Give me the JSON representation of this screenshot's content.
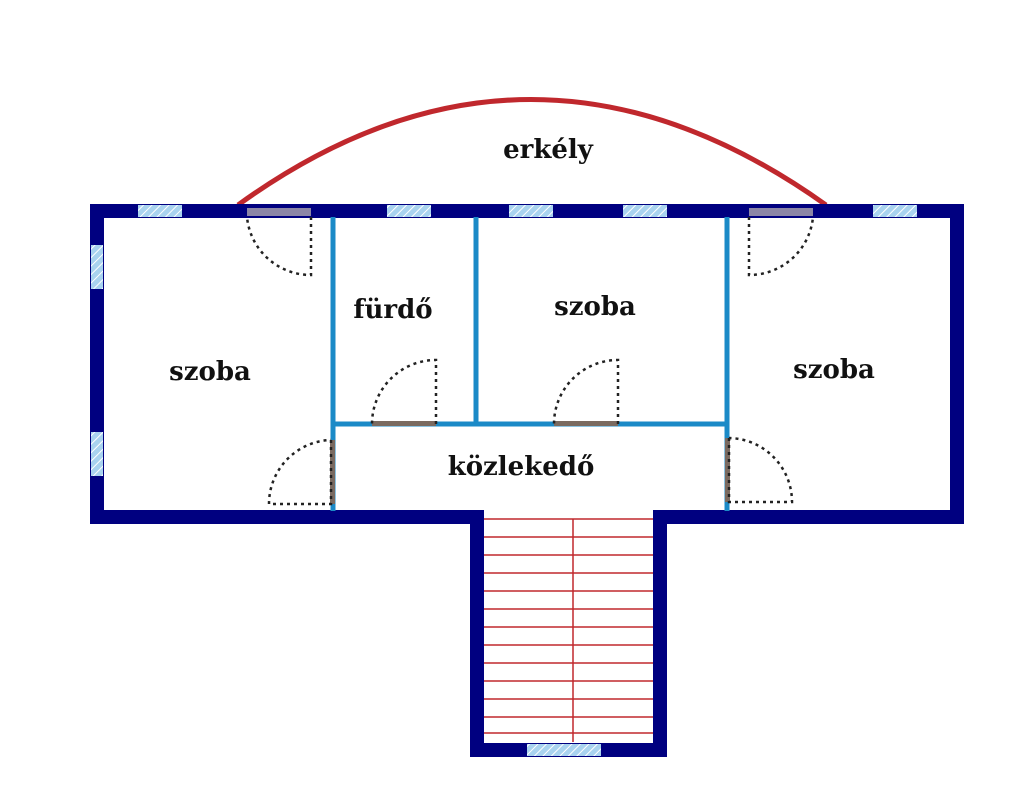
{
  "floorplan": {
    "labels": {
      "balcony": "erkély",
      "bathroom": "fürdő",
      "room_left": "szoba",
      "room_center": "szoba",
      "room_right": "szoba",
      "corridor": "közlekedő"
    },
    "colors": {
      "outer_wall": "#000080",
      "inner_wall": "#1b8ac7",
      "balcony_arc": "#c0282d",
      "stairs": "#c0282d",
      "window_fill": "#a9d3ef",
      "door_swing": "#222222"
    }
  }
}
